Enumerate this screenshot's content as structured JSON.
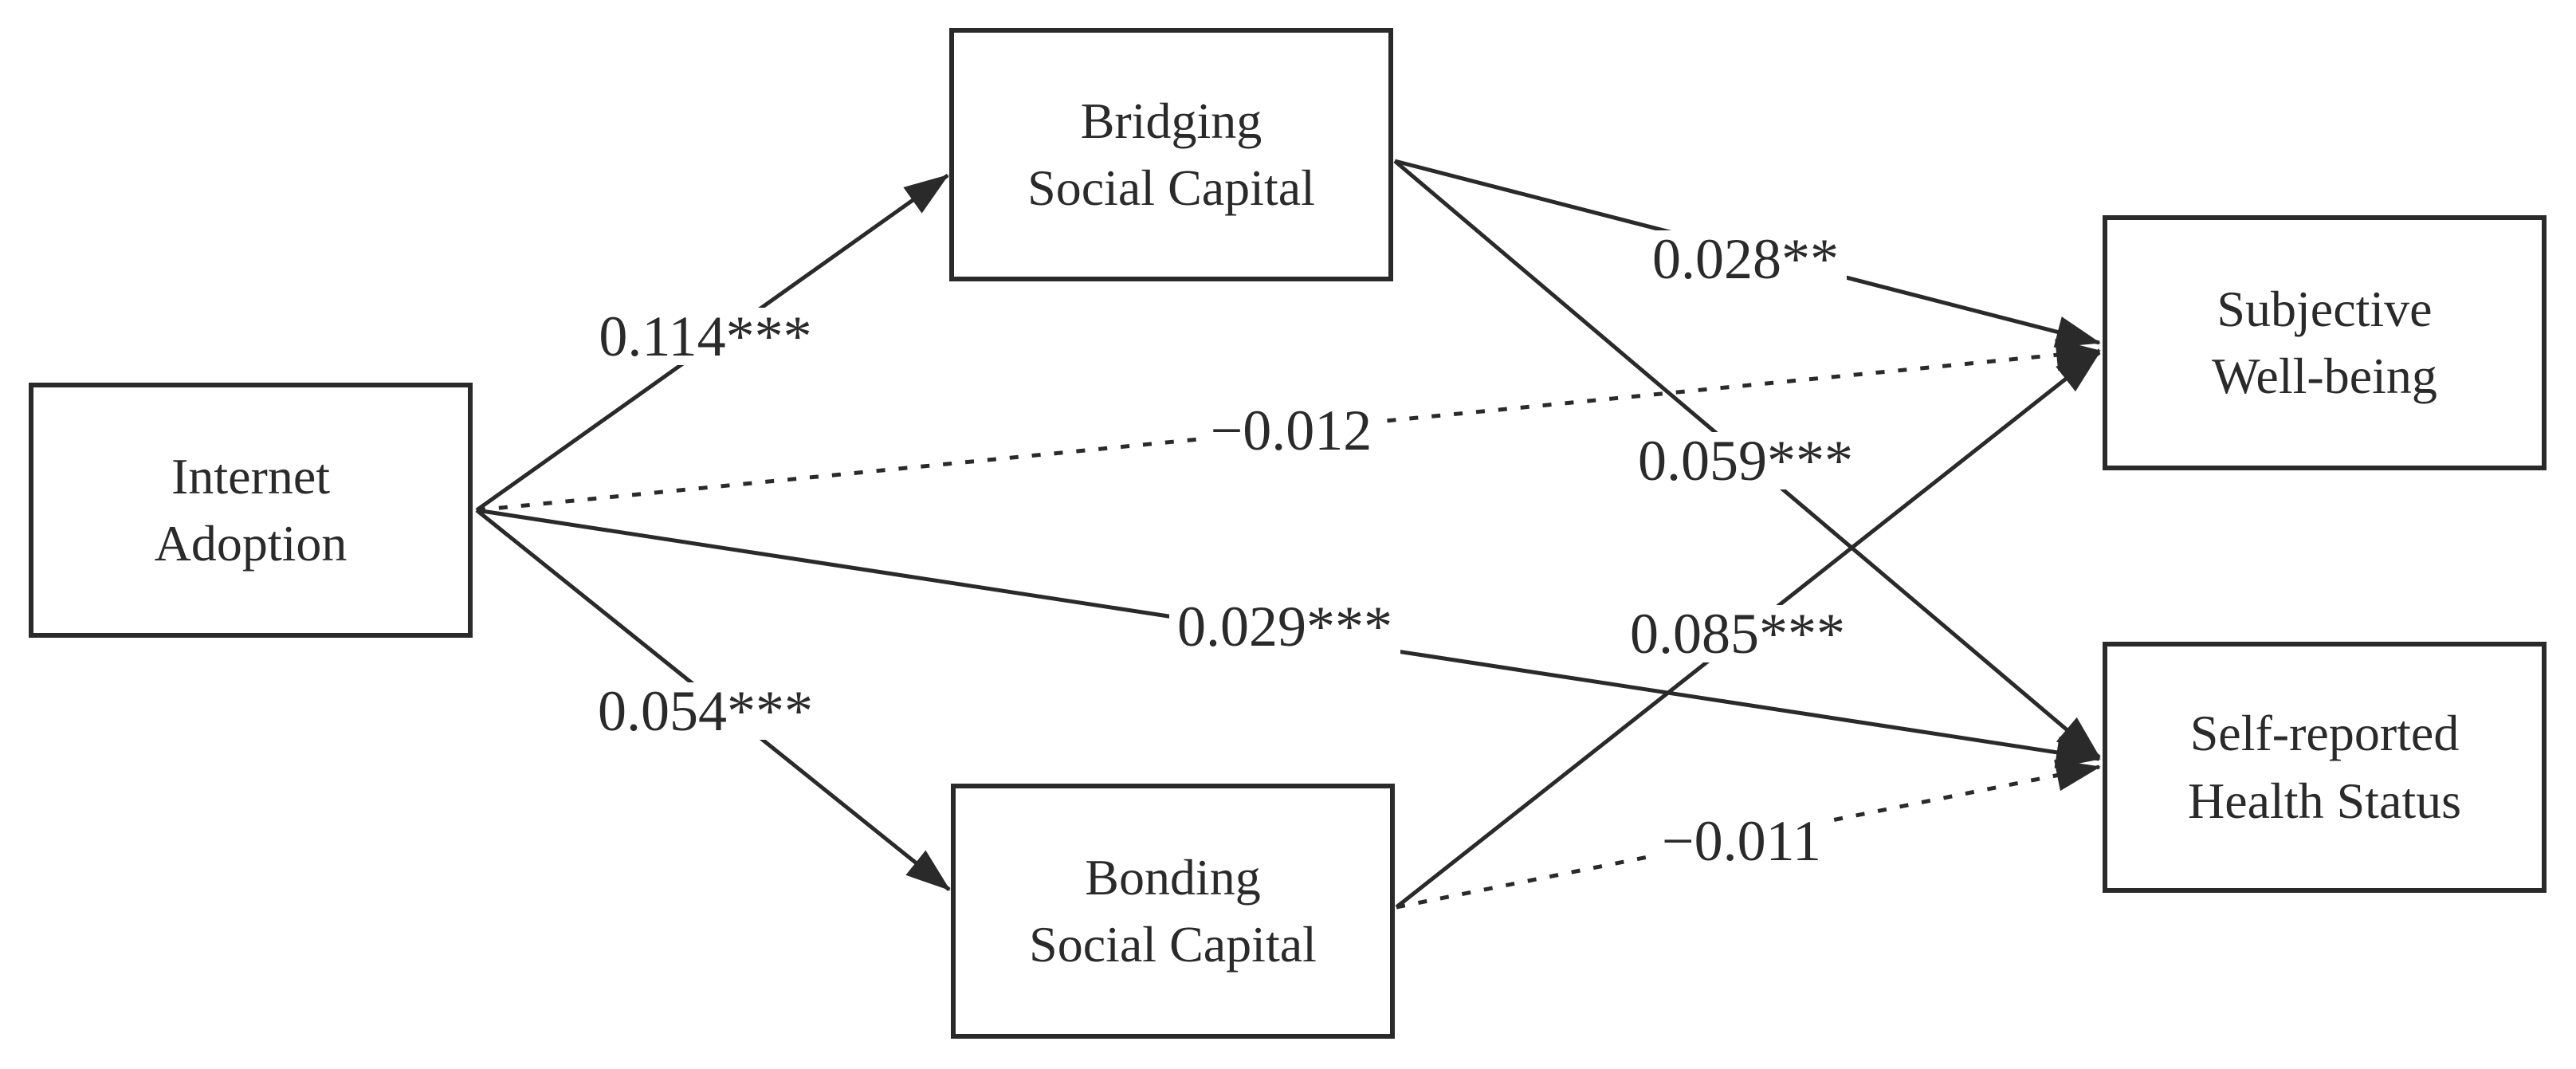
{
  "diagram": {
    "type": "structural-path-model",
    "colors": {
      "ink": "#2a2a2a",
      "background": "#ffffff"
    },
    "nodes": {
      "internet_adoption": {
        "line1": "Internet",
        "line2": "Adoption"
      },
      "bridging_social_capital": {
        "line1": "Bridging",
        "line2": "Social Capital"
      },
      "bonding_social_capital": {
        "line1": "Bonding",
        "line2": "Social Capital"
      },
      "subjective_wellbeing": {
        "line1": "Subjective",
        "line2": "Well-being"
      },
      "self_reported_health": {
        "line1": "Self-reported",
        "line2": "Health Status"
      }
    },
    "paths": {
      "ia_to_bridging": {
        "from": "Internet Adoption",
        "to": "Bridging Social Capital",
        "coefficient": "0.114***",
        "line_style": "solid"
      },
      "ia_to_bonding": {
        "from": "Internet Adoption",
        "to": "Bonding Social Capital",
        "coefficient": "0.054***",
        "line_style": "solid"
      },
      "ia_to_swb": {
        "from": "Internet Adoption",
        "to": "Subjective Well-being",
        "coefficient": "−0.012",
        "line_style": "dotted"
      },
      "ia_to_srhs": {
        "from": "Internet Adoption",
        "to": "Self-reported Health Status",
        "coefficient": "0.029***",
        "line_style": "solid"
      },
      "bridging_to_swb": {
        "from": "Bridging Social Capital",
        "to": "Subjective Well-being",
        "coefficient": "0.028**",
        "line_style": "solid"
      },
      "bridging_to_srhs": {
        "from": "Bridging Social Capital",
        "to": "Self-reported Health Status",
        "coefficient": "0.059***",
        "line_style": "solid"
      },
      "bonding_to_swb": {
        "from": "Bonding Social Capital",
        "to": "Subjective Well-being",
        "coefficient": "0.085***",
        "line_style": "solid"
      },
      "bonding_to_srhs": {
        "from": "Bonding Social Capital",
        "to": "Self-reported Health Status",
        "coefficient": "−0.011",
        "line_style": "dotted"
      }
    }
  }
}
